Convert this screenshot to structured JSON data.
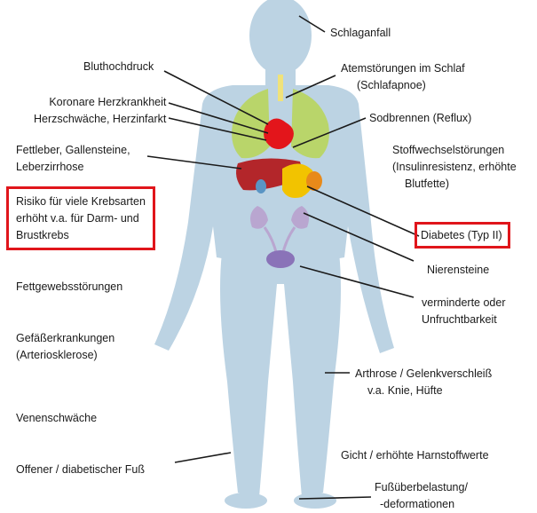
{
  "colors": {
    "body": "#bcd3e3",
    "lungs": "#b9d56a",
    "heart": "#e3151b",
    "liver": "#b3262a",
    "stomach": "#f2c300",
    "gallbladder": "#e88a1a",
    "kidneys": "#b9a6d0",
    "bladder": "#8a73b8",
    "highlight_box": "#e0151b"
  },
  "labels": {
    "schlaganfall": "Schlaganfall",
    "bluthochdruck": "Bluthochdruck",
    "atem_1": "Atemstörungen im Schlaf",
    "atem_2": "(Schlafapnoe)",
    "koronar_1": "Koronare Herzkrankheit",
    "koronar_2": "Herzschwäche, Herzinfarkt",
    "sodbrennen": "Sodbrennen (Reflux)",
    "fettleber_1": "Fettleber, Gallensteine,",
    "fettleber_2": "Leberzirrhose",
    "stoff_1": "Stoffwechselstörungen",
    "stoff_2": "(Insulinresistenz, erhöhte",
    "stoff_3": "Blutfette)",
    "krebs_1": "Risiko für viele Krebsarten",
    "krebs_2": "erhöht v.a. für Darm- und",
    "krebs_3": "Brustkrebs",
    "diabetes": "Diabetes (Typ II)",
    "nierensteine": "Nierensteine",
    "fettgewebe": "Fettgewebsstörungen",
    "frucht_1": "verminderte oder",
    "frucht_2": "Unfruchtbarkeit",
    "gefaess_1": "Gefäßerkrankungen",
    "gefaess_2": "(Arteriosklerose)",
    "arthrose_1": "Arthrose / Gelenkverschleiß",
    "arthrose_2": "v.a. Knie, Hüfte",
    "venen": "Venenschwäche",
    "gicht": "Gicht / erhöhte Harnstoffwerte",
    "fuss": "Offener / diabetischer Fuß",
    "fussueber_1": "Fußüberbelastung/",
    "fussueber_2": "-deformationen"
  }
}
